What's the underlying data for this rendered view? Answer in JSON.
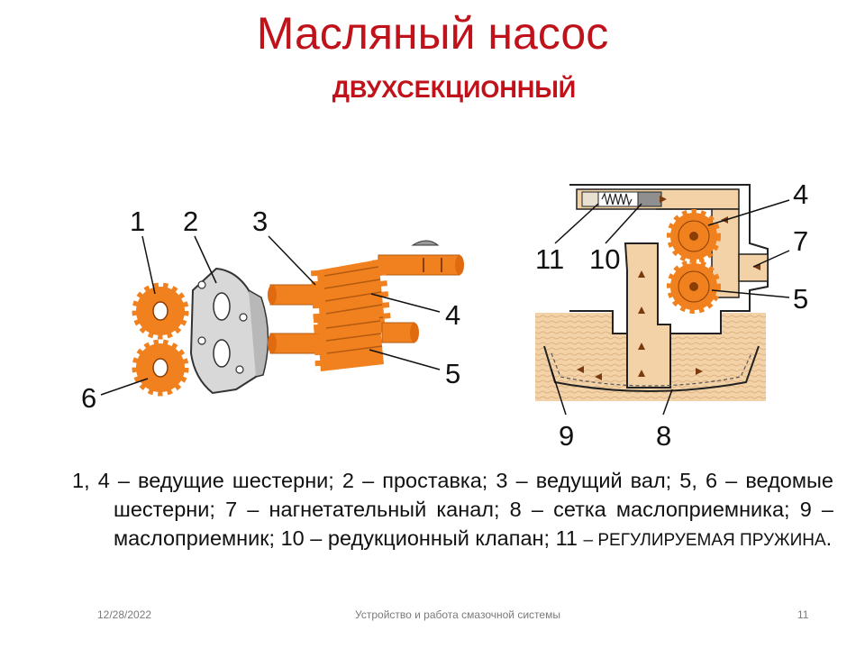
{
  "slide": {
    "title": "Масляный насос",
    "subtitle": "ДВУХСЕКЦИОННЫЙ"
  },
  "callouts": {
    "exploded": [
      "1",
      "2",
      "3",
      "4",
      "5",
      "6"
    ],
    "section": [
      "4",
      "7",
      "5",
      "11",
      "10",
      "9",
      "8"
    ]
  },
  "legend": {
    "main": "1, 4 – ведущие шестерни; 2 – проставка; 3 – ведущий вал; 5, 6 – ведомые шестерни; 7 – нагнетательный канал; 8 – сетка маслоприемника; 9 – маслоприемник; 10 – редукционный клапан; 11 ",
    "tail": "– РЕГУЛИРУЕМАЯ ПРУЖИНА",
    "end": "."
  },
  "footer": {
    "date": "12/28/2022",
    "center": "Устройство и работа смазочной системы",
    "page": "11"
  },
  "colors": {
    "title": "#c0121a",
    "gear": "#f0811e",
    "oil": "#f2d2a6"
  }
}
